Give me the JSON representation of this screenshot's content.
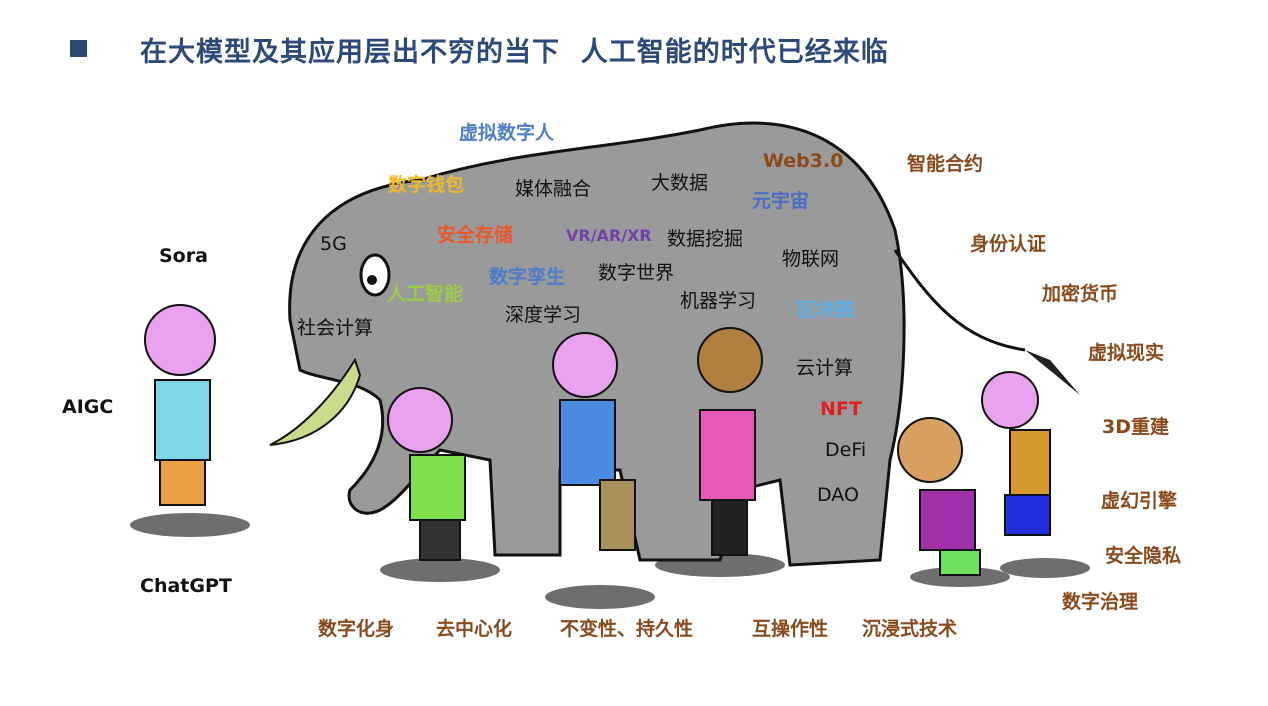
{
  "title": "在大模型及其应用层出不穷的当下  人工智能的时代已经来临",
  "colors": {
    "title": "#2b4a7a",
    "brown": "#8b4a1c",
    "blue": "#4f7fc6",
    "yellow": "#f0b92c",
    "orange": "#e8582b",
    "purple": "#7042a8",
    "green": "#9ccc4a",
    "lightblue": "#5aaee8",
    "red": "#e02020",
    "elephant": "#9a9a9a"
  },
  "labels": {
    "virtual_human": "虚拟数字人",
    "web3": "Web3.0",
    "smart_contract": "智能合约",
    "wallet": "数字钱包",
    "media": "媒体融合",
    "bigdata": "大数据",
    "metaverse": "元宇宙",
    "g5": "5G",
    "storage": "安全存储",
    "vr": "VR/AR/XR",
    "mining": "数据挖掘",
    "identity": "身份认证",
    "iot": "物联网",
    "twin": "数字孪生",
    "world": "数字世界",
    "ai": "人工智能",
    "crypto": "加密货币",
    "ml": "机器学习",
    "blockchain": "区块链",
    "dl": "深度学习",
    "social": "社会计算",
    "vreality": "虚拟现实",
    "cloud": "云计算",
    "nft": "NFT",
    "recon": "3D重建",
    "defi": "DeFi",
    "dao": "DAO",
    "unreal": "虚幻引擎",
    "privacy": "安全隐私",
    "governance": "数字治理",
    "sora": "Sora",
    "aigc": "AIGC",
    "chatgpt": "ChatGPT",
    "avatar": "数字化身",
    "decentral": "去中心化",
    "immutable": "不变性、持久性",
    "interop": "互操作性",
    "immersive": "沉浸式技术"
  }
}
